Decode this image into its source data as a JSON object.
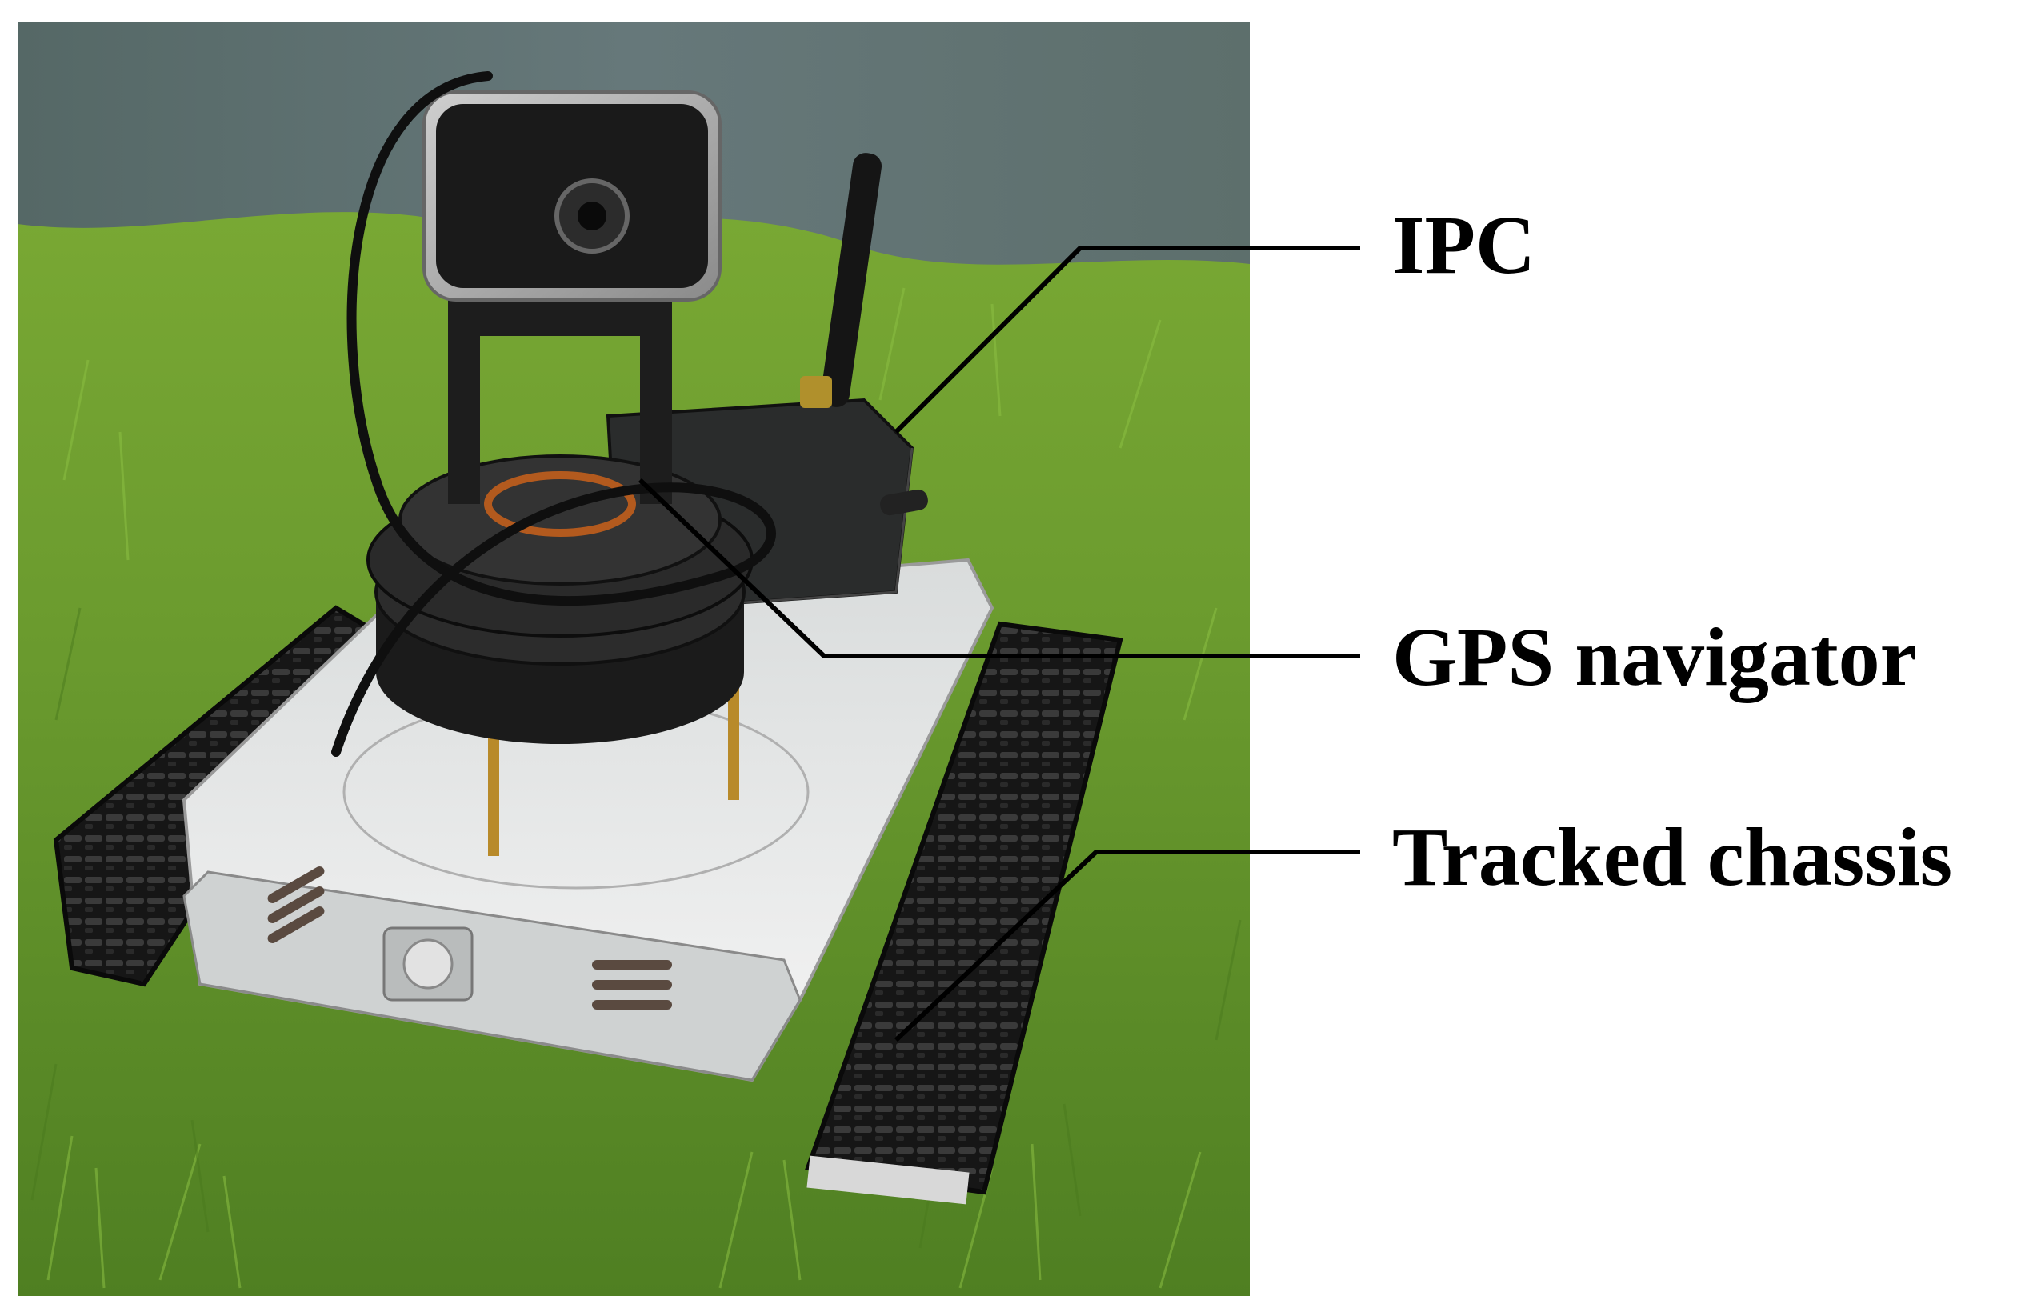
{
  "figure": {
    "background_color": "#ffffff",
    "photo_subject": "tracked robot vehicle with camera, antenna and GPS module on grass",
    "labels": {
      "ipc": "IPC",
      "gps": "GPS navigator",
      "chassis": "Tracked chassis"
    },
    "colors": {
      "grass": "#6a9a2e",
      "wall": "#5c6d6a",
      "chassis_plate": "#e8e8e8",
      "tracks": "#1c1c1c",
      "leader_lines": "#000000"
    }
  }
}
